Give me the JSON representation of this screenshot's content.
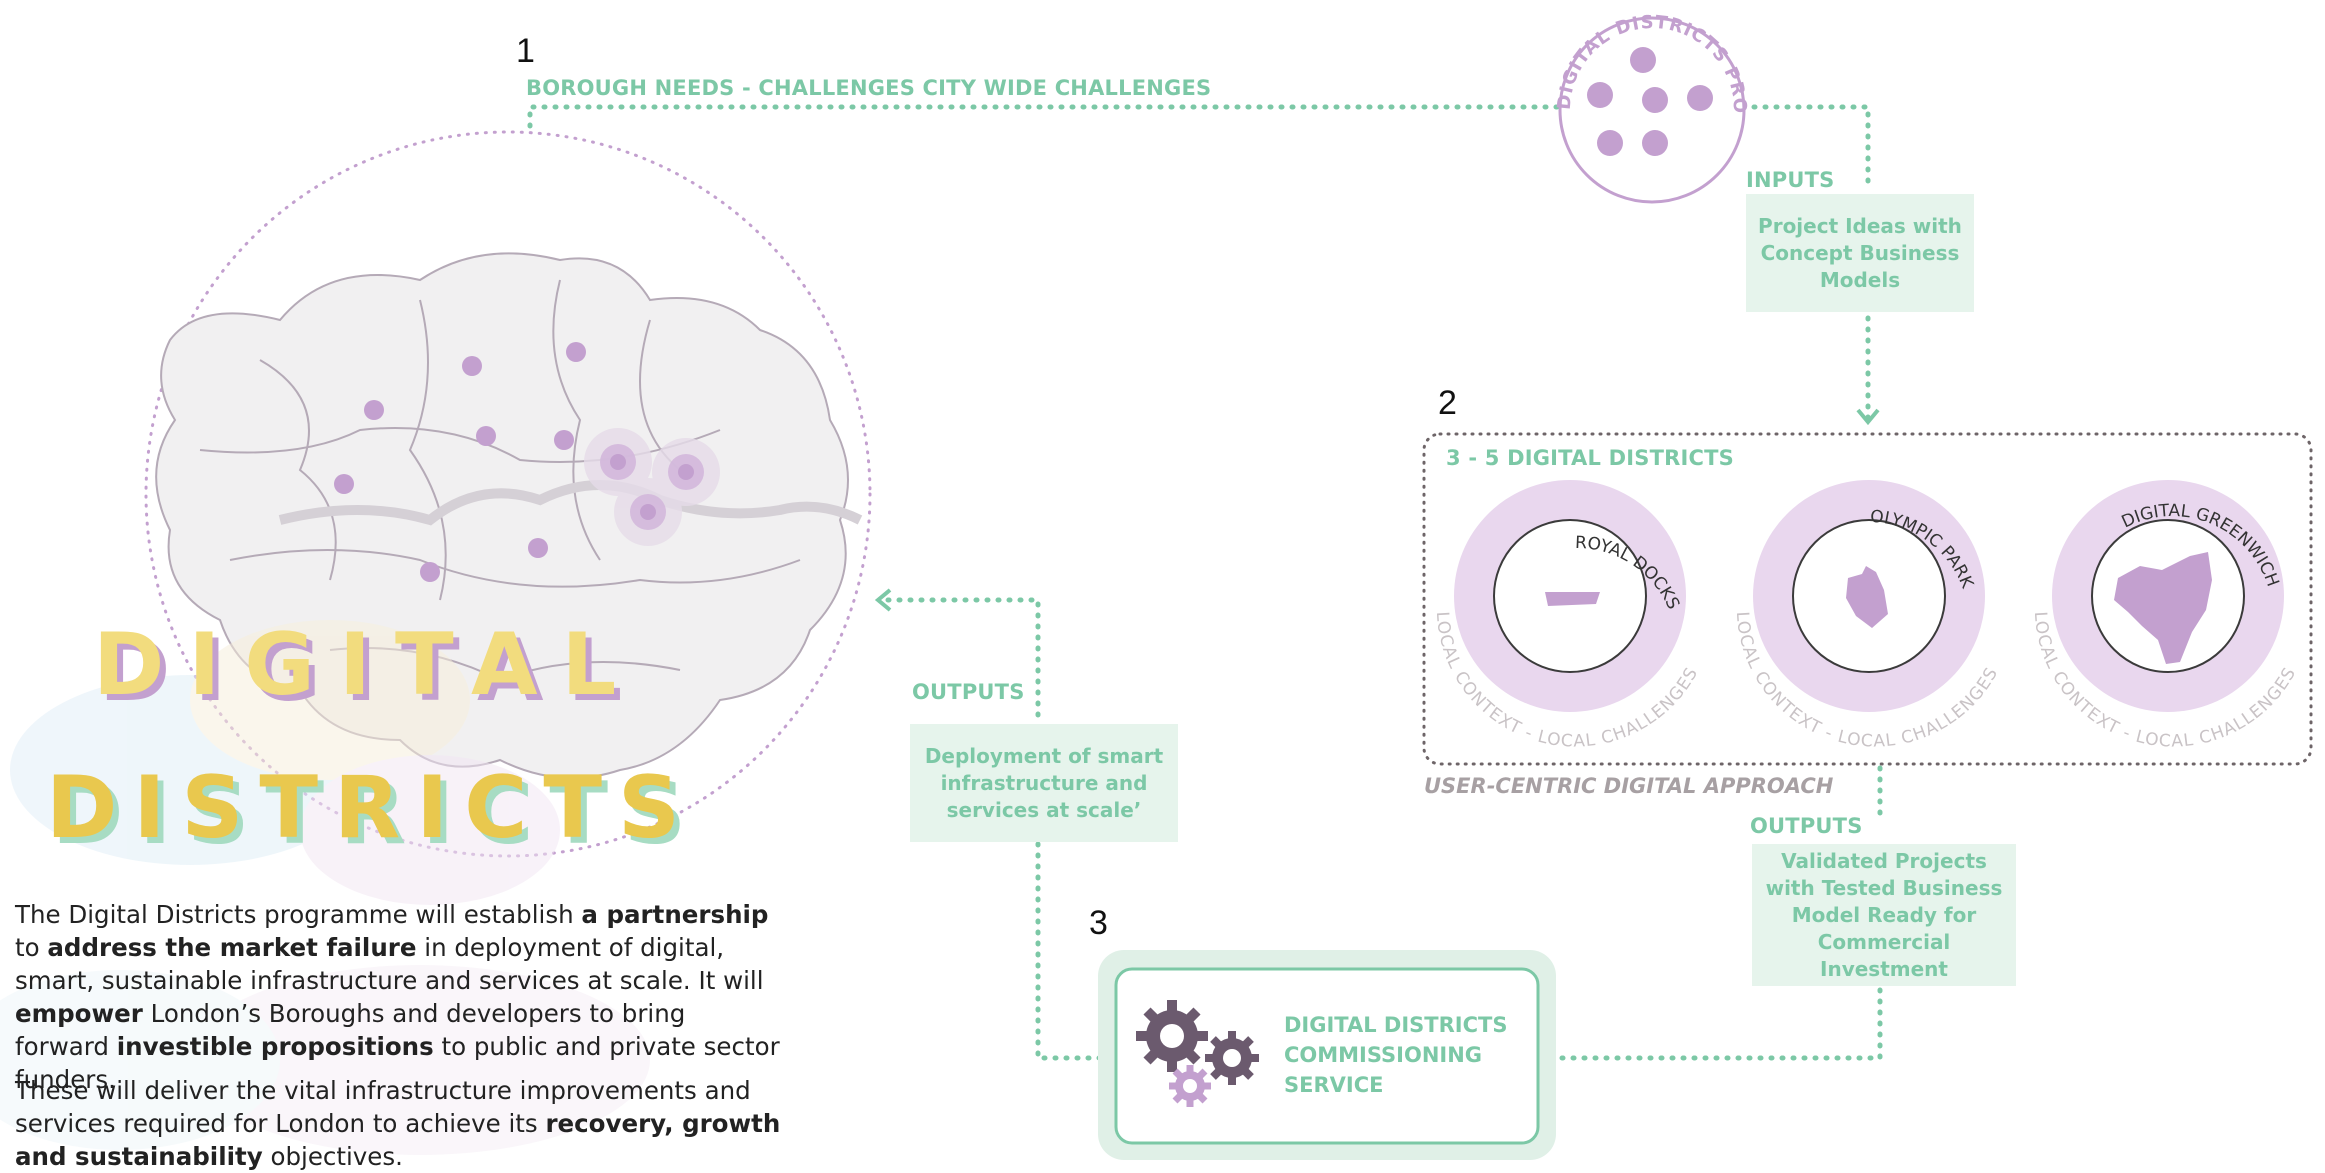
{
  "steps": {
    "one": "1",
    "two": "2",
    "three": "3"
  },
  "labels": {
    "borough_needs": "BOROUGH NEEDS - CHALLENGES CITY WIDE CHALLENGES",
    "inputs": "INPUTS",
    "districts_heading": "3 - 5 DIGITAL DISTRICTS",
    "outputs_left": "OUTPUTS",
    "outputs_right": "OUTPUTS",
    "user_centric": "USER-CENTRIC DIGITAL APPROACH"
  },
  "team_ring_text": "DIGITAL DISTRICTS PROGRAMME TEAM",
  "boxes": {
    "inputs_box": "Project Ideas with Concept Business Models",
    "outputs_left_box": "Deployment of smart infrastructure and services at scale’",
    "outputs_right_box": "Validated Projects with Tested Business Model Ready for Commercial Investment"
  },
  "districts": [
    {
      "name": "ROYAL DOCKS",
      "ring": "LOCAL CONTEXT - LOCAL CHALLENGES"
    },
    {
      "name": "OLYMPIC PARK",
      "ring": "LOCAL CONTEXT - LOCAL CHALLENGES"
    },
    {
      "name": "DIGITAL GREENWICH",
      "ring": "LOCAL CONTEXT - LOCAL CHALLENGES"
    }
  ],
  "commissioning": {
    "line1": "DIGITAL DISTRICTS",
    "line2": "COMMISSIONING",
    "line3": "SERVICE"
  },
  "logo_text": {
    "line1": "DIGITAL",
    "line2": "DISTRICTS"
  },
  "paragraph1": {
    "a": "The Digital Districts programme will establish ",
    "b": "a partnership",
    "c": " to ",
    "d": "address the market failure",
    "e": " in deployment of digital, smart, sustainable infrastructure and services at scale. It will ",
    "f": "empower",
    "g": " London’s Boroughs and developers to bring forward ",
    "h": "investible propositions",
    "i": " to public and private sector funders."
  },
  "paragraph2": {
    "a": "These will deliver the vital infrastructure improvements and services required for London to achieve its ",
    "b": "recovery, growth and sustainability",
    "c": " objectives."
  },
  "colors": {
    "teal": "#7cc8a6",
    "purple": "#c3a0cf",
    "light_purple": "#e9d7ee",
    "gray": "#a7a0a3",
    "box_bg": "#e6f4ec"
  },
  "icons": [
    "gears-icon"
  ]
}
